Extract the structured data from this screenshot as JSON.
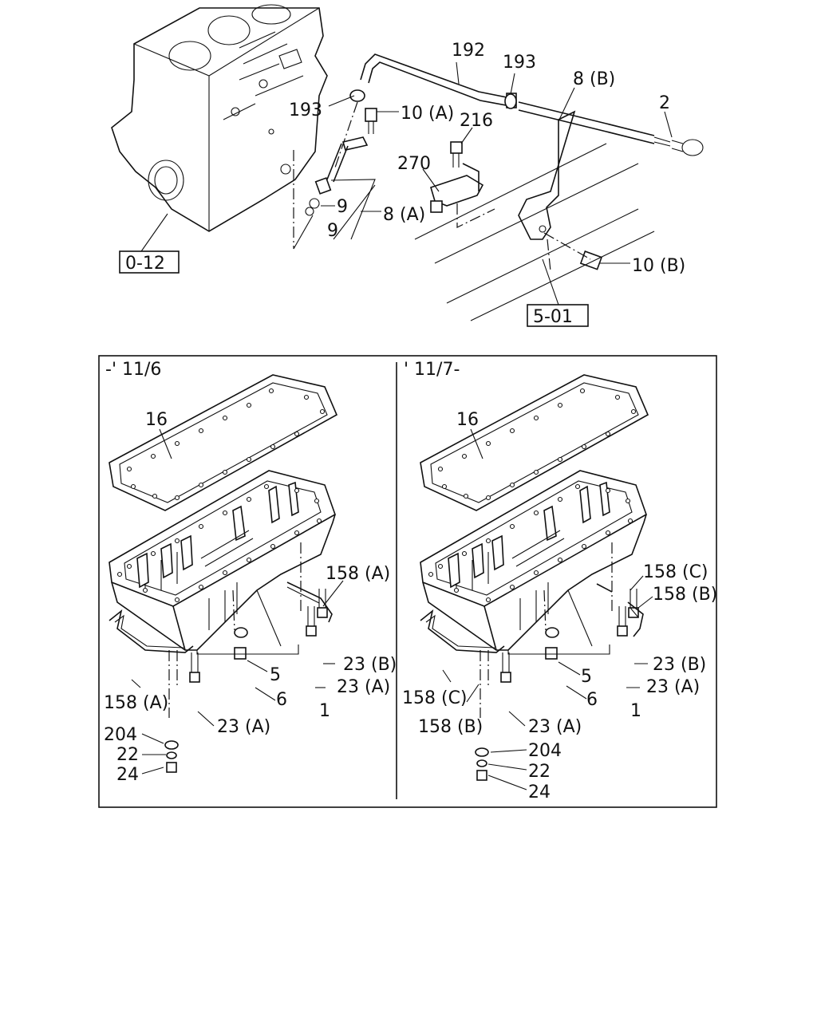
{
  "top": {
    "ref_left": "0-12",
    "ref_right": "5-01",
    "callouts": {
      "c192": "192",
      "c193a": "193",
      "c193b": "193",
      "c10a": "10 (A)",
      "c216": "216",
      "c270": "270",
      "c9a": "9",
      "c9b": "9",
      "c8a": "8 (A)",
      "c8b": "8 (B)",
      "c2": "2",
      "c10b": "10 (B)"
    }
  },
  "left_panel": {
    "title": "-' 11/6",
    "callouts": {
      "c16": "16",
      "c158a_top": "158 (A)",
      "c23b": "23 (B)",
      "c5": "5",
      "c23a_mid": "23 (A)",
      "c6": "6",
      "c1": "1",
      "c158a_bot": "158 (A)",
      "c23a_bot": "23 (A)",
      "c204": "204",
      "c22": "22",
      "c24": "24"
    }
  },
  "right_panel": {
    "title": "' 11/7-",
    "callouts": {
      "c16": "16",
      "c158c_top": "158 (C)",
      "c158b_top": "158 (B)",
      "c23b": "23 (B)",
      "c5": "5",
      "c23a_mid": "23 (A)",
      "c6": "6",
      "c1": "1",
      "c158c_bot": "158 (C)",
      "c158b_bot": "158 (B)",
      "c23a_bot": "23 (A)",
      "c204": "204",
      "c22": "22",
      "c24": "24"
    }
  }
}
